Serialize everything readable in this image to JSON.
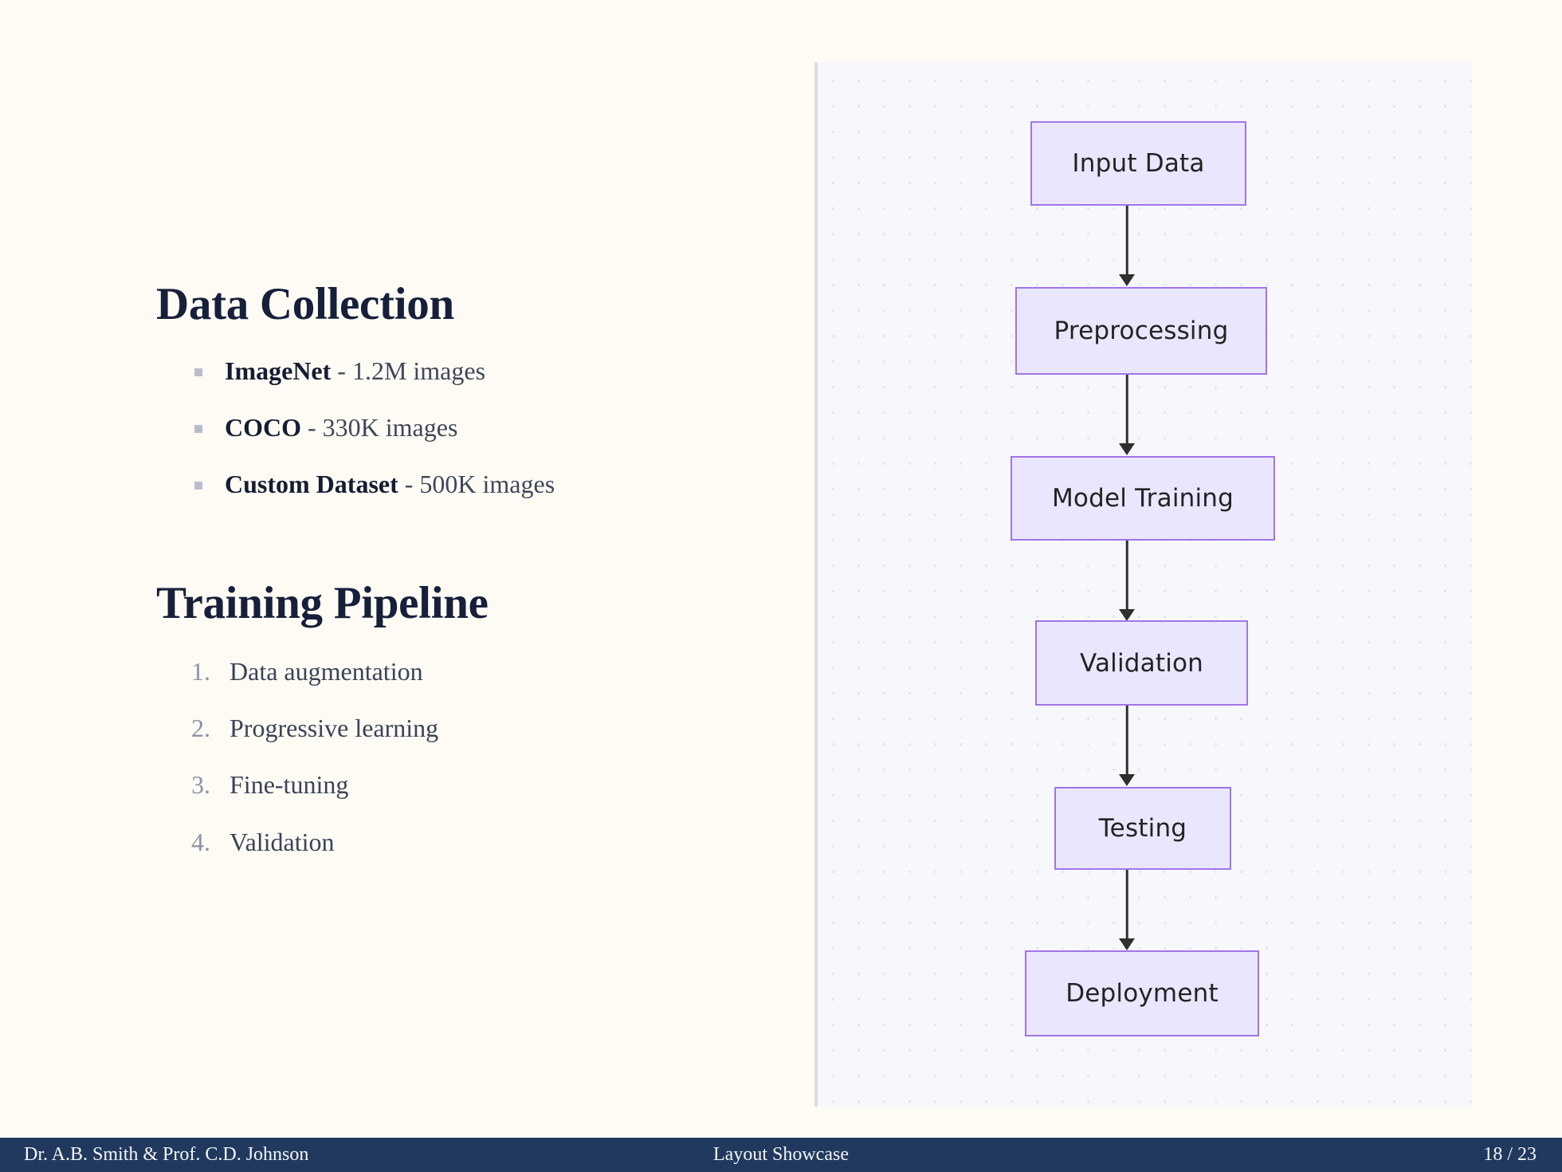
{
  "slide": {
    "page_background": "#fdfbf4",
    "accent": "#a275e8"
  },
  "left": {
    "section1": {
      "heading": "Data Collection",
      "bullets": [
        {
          "term": "ImageNet",
          "rest": " - 1.2M images"
        },
        {
          "term": "COCO",
          "rest": " - 330K images"
        },
        {
          "term": "Custom Dataset",
          "rest": " - 500K images"
        }
      ]
    },
    "section2": {
      "heading": "Training Pipeline",
      "steps": [
        "Data augmentation",
        "Progressive learning",
        "Fine-tuning",
        "Validation"
      ]
    }
  },
  "diagram": {
    "type": "flowchart",
    "direction": "top-to-bottom",
    "node_fill": "#eae6fd",
    "node_border": "#a275e8",
    "panel_background": "#f6f8fc",
    "nodes": [
      {
        "label": "Input Data"
      },
      {
        "label": "Preprocessing"
      },
      {
        "label": "Model Training"
      },
      {
        "label": "Validation"
      },
      {
        "label": "Testing"
      },
      {
        "label": "Deployment"
      }
    ]
  },
  "footer": {
    "left": "Dr. A.B. Smith & Prof. C.D. Johnson",
    "center": "Layout Showcase",
    "right": "18 / 23"
  }
}
